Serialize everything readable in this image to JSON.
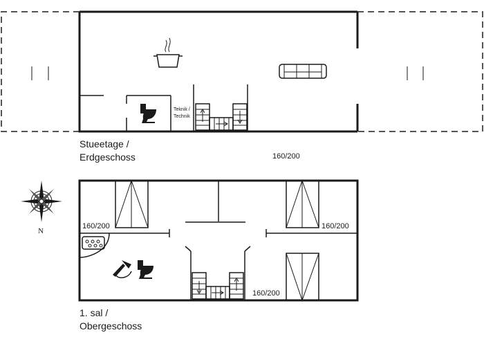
{
  "ground_floor": {
    "title_line1": "Stueetage /",
    "title_line2": "Erdgeschoss",
    "bed_label": "160/200",
    "technik_line1": "Teknik /",
    "technik_line2": "Technik"
  },
  "upper_floor": {
    "title_line1": "1. sal /",
    "title_line2": "Obergeschoss",
    "bed_label_left": "160/200",
    "bed_label_right": "160/200",
    "bed_label_bottom": "160/200"
  },
  "compass": {
    "north_label": "N"
  }
}
